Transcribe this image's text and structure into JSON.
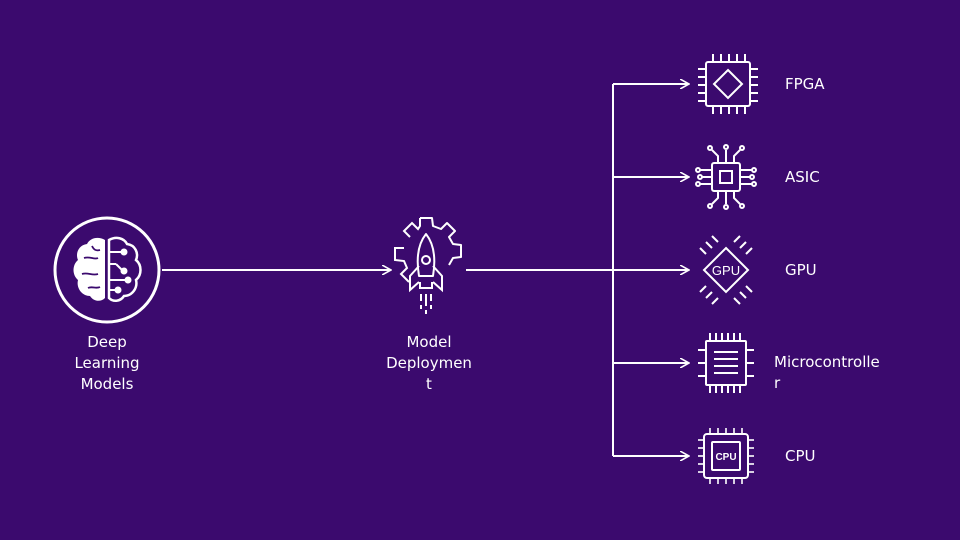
{
  "colors": {
    "background": "#3b0a6e",
    "foreground": "#ffffff"
  },
  "source": {
    "label": "Deep\nLearning\nModels",
    "icon": "brain-circuit-icon"
  },
  "hub": {
    "label": "Model\nDeploymen\nt",
    "icon": "rocket-gear-icon"
  },
  "targets": [
    {
      "label": "FPGA",
      "icon": "fpga-chip-icon"
    },
    {
      "label": "ASIC",
      "icon": "asic-chip-icon"
    },
    {
      "label": "GPU",
      "icon": "gpu-chip-icon",
      "icon_text": "GPU"
    },
    {
      "label": "Microcontrolle\nr",
      "icon": "microcontroller-chip-icon"
    },
    {
      "label": "CPU",
      "icon": "cpu-chip-icon",
      "icon_text": "CPU"
    }
  ]
}
